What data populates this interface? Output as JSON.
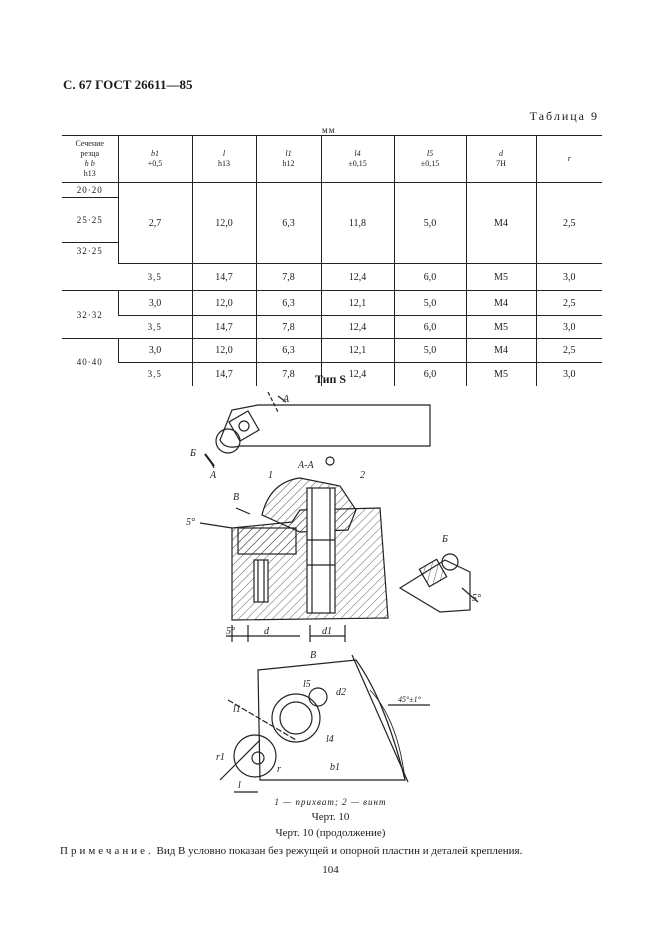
{
  "header": {
    "title": "С. 67 ГОСТ 26611—85"
  },
  "table": {
    "caption": "Таблица 9",
    "unit": "мм",
    "columns": [
      {
        "name": "Сечение резца h b h13"
      },
      {
        "name": "b1 +0,5"
      },
      {
        "name": "l h13"
      },
      {
        "name": "l1 h12"
      },
      {
        "name": "l4 ±0,15"
      },
      {
        "name": "l5 ±0,15"
      },
      {
        "name": "d 7H"
      },
      {
        "name": "r"
      }
    ],
    "header_lines": {
      "c0": [
        "Сечение",
        "резца",
        "h  b",
        "h13"
      ],
      "c1": [
        "b1",
        "+0,5"
      ],
      "c2": [
        "l",
        "h13"
      ],
      "c3": [
        "l1",
        "h12"
      ],
      "c4": [
        "l4",
        "±0,15"
      ],
      "c5": [
        "l5",
        "±0,15"
      ],
      "c6": [
        "d",
        "7H"
      ],
      "c7": [
        "r"
      ]
    },
    "sections": {
      "s2020": "20·20",
      "s2525": "25·25",
      "s3225": "32·25",
      "s3232": "32·32",
      "s4040": "40·40"
    },
    "rows": [
      [
        "2,7",
        "12,0",
        "6,3",
        "11,8",
        "5,0",
        "M4",
        "2,5"
      ],
      [
        "3,5",
        "14,7",
        "7,8",
        "12,4",
        "6,0",
        "M5",
        "3,0"
      ],
      [
        "3,0",
        "12,0",
        "6,3",
        "12,1",
        "5,0",
        "M4",
        "2,5"
      ],
      [
        "3,5",
        "14,7",
        "7,8",
        "12,4",
        "6,0",
        "M5",
        "3,0"
      ],
      [
        "3,0",
        "12,0",
        "6,3",
        "12,1",
        "5,0",
        "M4",
        "2,5"
      ],
      [
        "3,5",
        "14,7",
        "7,8",
        "12,4",
        "6,0",
        "M5",
        "3,0"
      ]
    ]
  },
  "drawing": {
    "type_title": "Тип S",
    "labels": {
      "A": "А",
      "B": "Б",
      "AA": "А-А",
      "V": "В",
      "n1": "1",
      "n2": "2",
      "angle5": "5°",
      "d": "d",
      "d1": "d1",
      "d2": "d2",
      "l5": "l5",
      "l4": "l4",
      "l1": "l1",
      "l": "l",
      "r1": "r1",
      "r": "r",
      "b1": "b1",
      "angle45": "45°±1°"
    },
    "legend": "1 — прихват; 2 — винт",
    "caption": "Черт. 10",
    "caption_cont": "Черт. 10 (продолжение)"
  },
  "note": {
    "label": "Примечание.",
    "text": " Вид В условно показан без режущей и опорной пластин и деталей крепления."
  },
  "page_number": "104"
}
